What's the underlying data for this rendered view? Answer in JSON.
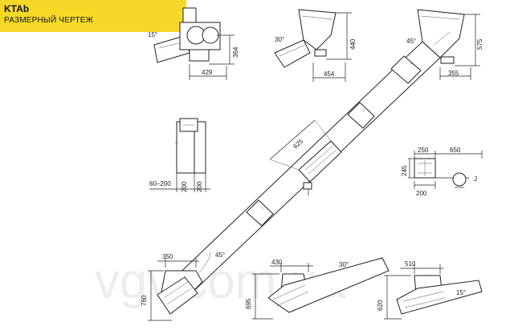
{
  "header": {
    "title": "KTAb",
    "subtitle": "РАЗМЕРНЫЙ ЧЕРТЕЖ",
    "background": "#f6d928"
  },
  "dimensions": {
    "top_left": {
      "angle": "15°",
      "height": "364",
      "width": "429"
    },
    "top_middle": {
      "angle": "30°",
      "height": "440",
      "width": "454"
    },
    "top_right": {
      "angle": "45°",
      "height": "575",
      "width": "355"
    },
    "middle_section": {
      "length": "625"
    },
    "side_view": {
      "range": "60–200",
      "a": "200",
      "b": "200"
    },
    "drive_unit": {
      "width_a": "250",
      "width_b": "650",
      "height": "245",
      "base": "200",
      "label": "J"
    },
    "main_angle": "45°",
    "bottom_left": {
      "width": "350",
      "height": "760"
    },
    "bottom_middle": {
      "width": "430",
      "angle": "30°",
      "height": "695"
    },
    "bottom_right": {
      "width": "510",
      "angle": "15°",
      "height": "620"
    }
  },
  "watermark": "vgv.com.ua"
}
